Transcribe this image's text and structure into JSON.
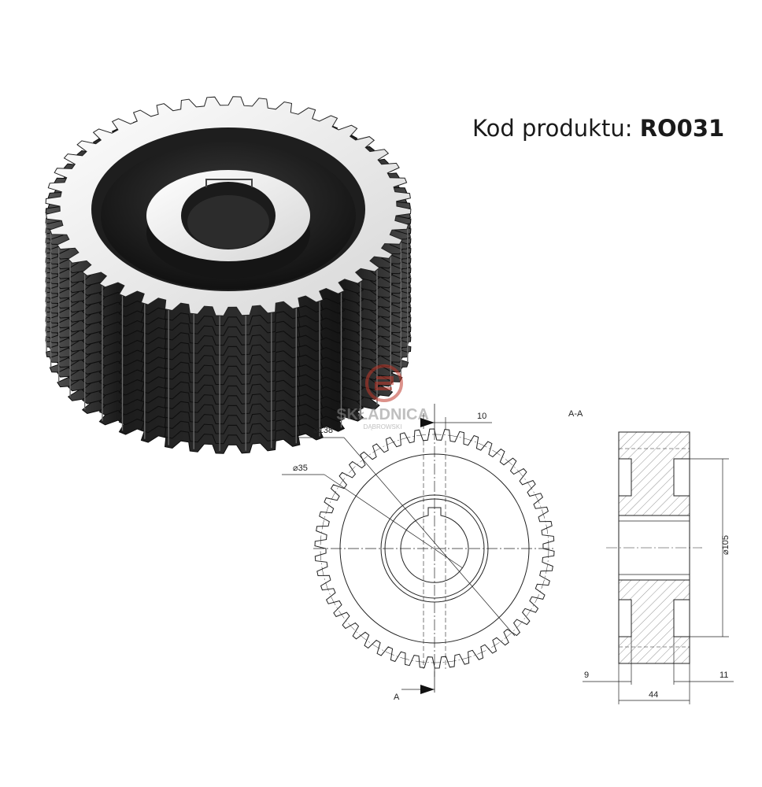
{
  "header": {
    "product_code_label": "Kod produktu: ",
    "product_code_value": "RO031"
  },
  "watermark": {
    "brand": "SKŁADNICA",
    "sub": "DĄBROWSKI"
  },
  "drawing": {
    "section_title": "A-A",
    "section_marker": "A",
    "dim_outer": "138",
    "dim_bore": "35",
    "dim_key": "10",
    "dim_inner": "105",
    "dim_left": "9",
    "dim_right": "11",
    "dim_width": "44"
  },
  "colors": {
    "gear_dark": "#262626",
    "gear_face": "#e8e8e8",
    "watermark": "#c0392b",
    "line": "#222222"
  }
}
